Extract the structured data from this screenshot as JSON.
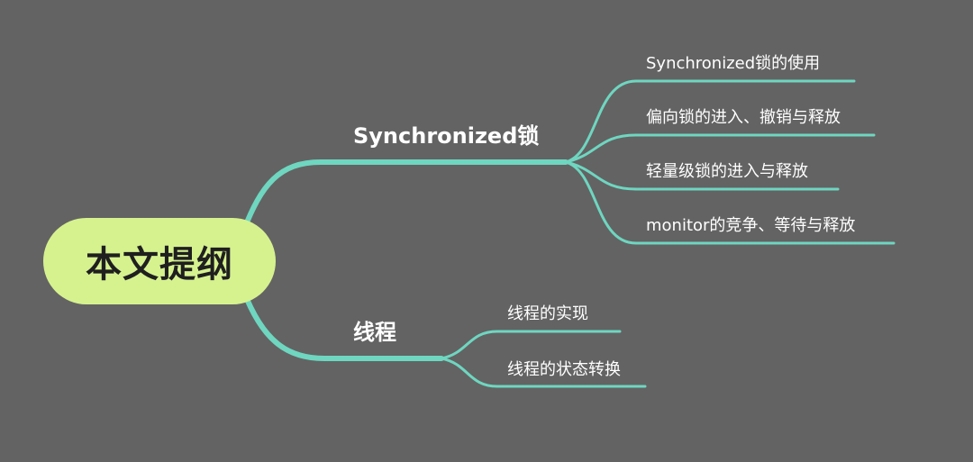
{
  "root": {
    "label": "本文提纲"
  },
  "branches": [
    {
      "label": "Synchronized锁",
      "children": [
        "Synchronized锁的使用",
        "偏向锁的进入、撤销与释放",
        "轻量级锁的进入与释放",
        "monitor的竞争、等待与释放"
      ]
    },
    {
      "label": "线程",
      "children": [
        "线程的实现",
        "线程的状态转换"
      ]
    }
  ],
  "colors": {
    "background": "#636363",
    "root_fill": "#d6f28f",
    "connector": "#6fd6c0",
    "text": "#ffffff"
  }
}
